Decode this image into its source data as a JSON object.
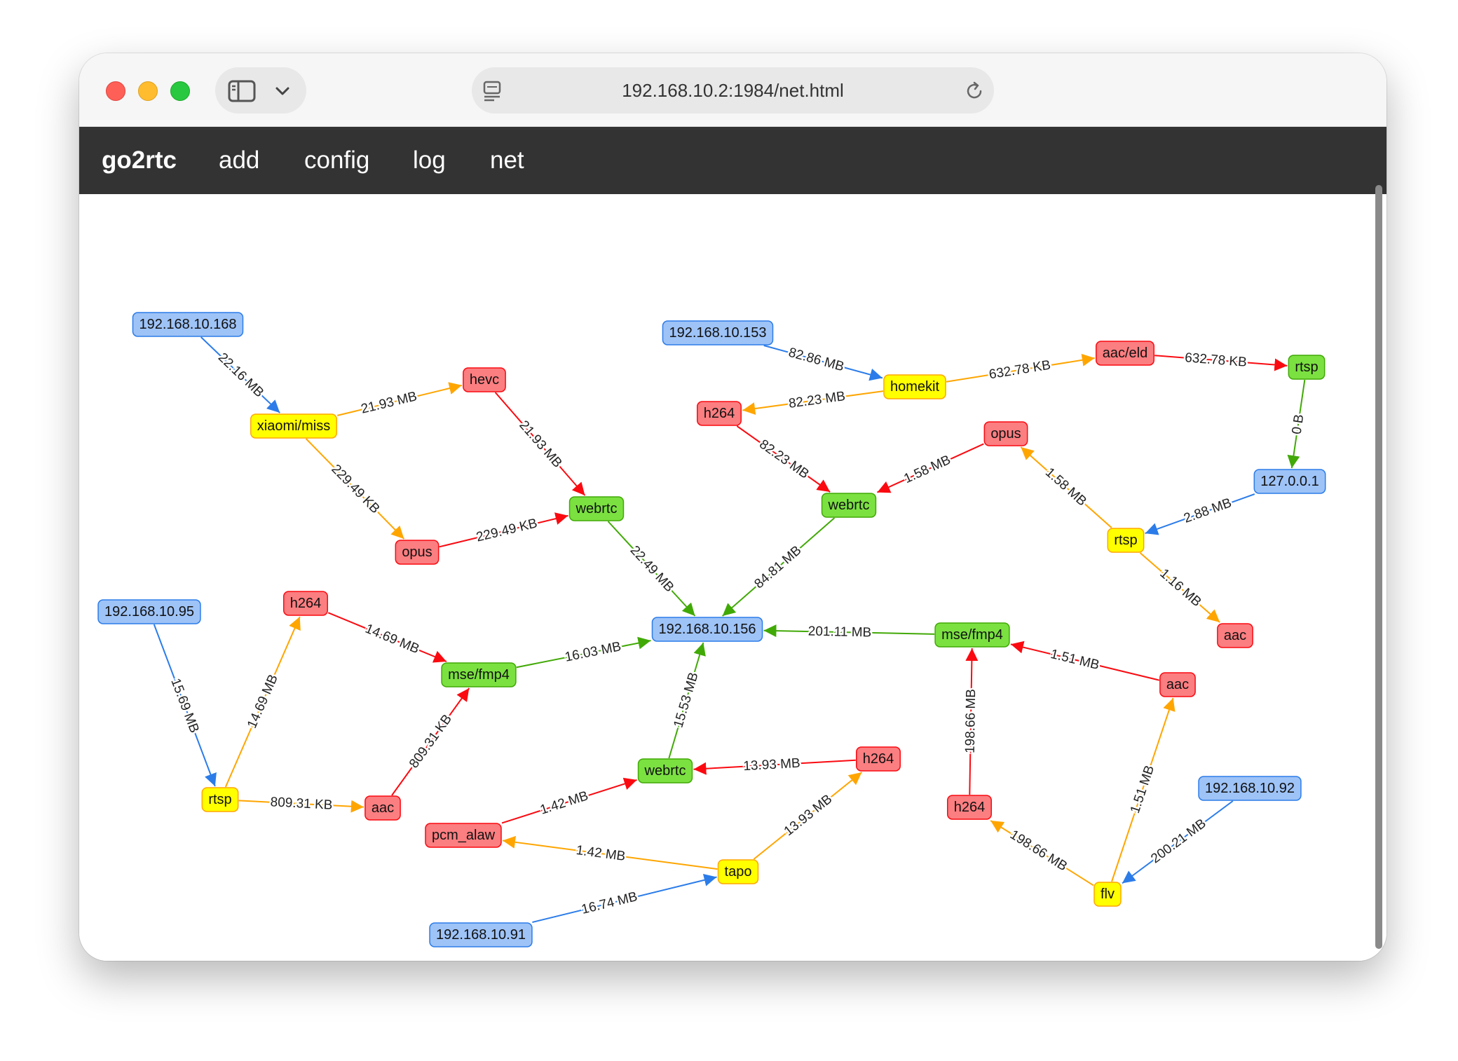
{
  "browser": {
    "url": "192.168.10.2:1984/net.html"
  },
  "navbar": {
    "brand": "go2rtc",
    "items": [
      "add",
      "config",
      "log",
      "net"
    ]
  },
  "colors": {
    "blue_fill": "#9ec3f7",
    "blue_stroke": "#2b7ce9",
    "yellow_fill": "#ffff00",
    "yellow_stroke": "#ffa500",
    "red_fill": "#fb7e81",
    "red_stroke": "#fa0a10",
    "green_fill": "#7be141",
    "green_stroke": "#41a906",
    "edge_blue": "#2b7ce9",
    "edge_orange": "#ffa500",
    "edge_red": "#fa0a10",
    "edge_green": "#41a906"
  },
  "graph": {
    "nodes": [
      {
        "id": "n168",
        "label": "192.168.10.168",
        "group": "blue"
      },
      {
        "id": "xm",
        "label": "xiaomi/miss",
        "group": "yellow"
      },
      {
        "id": "hevc",
        "label": "hevc",
        "group": "red"
      },
      {
        "id": "opus1",
        "label": "opus",
        "group": "red"
      },
      {
        "id": "web1",
        "label": "webrtc",
        "group": "green"
      },
      {
        "id": "n153",
        "label": "192.168.10.153",
        "group": "blue"
      },
      {
        "id": "hk",
        "label": "homekit",
        "group": "yellow"
      },
      {
        "id": "aaceld",
        "label": "aac/eld",
        "group": "red"
      },
      {
        "id": "rtspG",
        "label": "rtsp",
        "group": "green"
      },
      {
        "id": "h264a",
        "label": "h264",
        "group": "red"
      },
      {
        "id": "opus2",
        "label": "opus",
        "group": "red"
      },
      {
        "id": "web2",
        "label": "webrtc",
        "group": "green"
      },
      {
        "id": "lo",
        "label": "127.0.0.1",
        "group": "blue"
      },
      {
        "id": "rtspY1",
        "label": "rtsp",
        "group": "yellow"
      },
      {
        "id": "aac1",
        "label": "aac",
        "group": "red"
      },
      {
        "id": "n156",
        "label": "192.168.10.156",
        "group": "blue"
      },
      {
        "id": "n95",
        "label": "192.168.10.95",
        "group": "blue"
      },
      {
        "id": "h264b",
        "label": "h264",
        "group": "red"
      },
      {
        "id": "mse1",
        "label": "mse/fmp4",
        "group": "green"
      },
      {
        "id": "rtspY2",
        "label": "rtsp",
        "group": "yellow"
      },
      {
        "id": "aac2",
        "label": "aac",
        "group": "red"
      },
      {
        "id": "mse2",
        "label": "mse/fmp4",
        "group": "green"
      },
      {
        "id": "aac3",
        "label": "aac",
        "group": "red"
      },
      {
        "id": "h264c",
        "label": "h264",
        "group": "red"
      },
      {
        "id": "flv",
        "label": "flv",
        "group": "yellow"
      },
      {
        "id": "n92",
        "label": "192.168.10.92",
        "group": "blue"
      },
      {
        "id": "web3",
        "label": "webrtc",
        "group": "green"
      },
      {
        "id": "h264d",
        "label": "h264",
        "group": "red"
      },
      {
        "id": "pcm",
        "label": "pcm_alaw",
        "group": "red"
      },
      {
        "id": "tapo",
        "label": "tapo",
        "group": "yellow"
      },
      {
        "id": "n91",
        "label": "192.168.10.91",
        "group": "blue"
      }
    ],
    "edges": [
      {
        "from": "n168",
        "to": "xm",
        "label": "22.16 MB",
        "color": "blue"
      },
      {
        "from": "xm",
        "to": "hevc",
        "label": "21.93 MB",
        "color": "orange"
      },
      {
        "from": "xm",
        "to": "opus1",
        "label": "229.49 KB",
        "color": "orange"
      },
      {
        "from": "hevc",
        "to": "web1",
        "label": "21.93 MB",
        "color": "red"
      },
      {
        "from": "opus1",
        "to": "web1",
        "label": "229.49 KB",
        "color": "red"
      },
      {
        "from": "web1",
        "to": "n156",
        "label": "22.49 MB",
        "color": "green"
      },
      {
        "from": "n153",
        "to": "hk",
        "label": "82.86 MB",
        "color": "blue"
      },
      {
        "from": "hk",
        "to": "aaceld",
        "label": "632.78 KB",
        "color": "orange"
      },
      {
        "from": "aaceld",
        "to": "rtspG",
        "label": "632.78 KB",
        "color": "red"
      },
      {
        "from": "hk",
        "to": "h264a",
        "label": "82.23 MB",
        "color": "orange"
      },
      {
        "from": "h264a",
        "to": "web2",
        "label": "82.23 MB",
        "color": "red"
      },
      {
        "from": "opus2",
        "to": "web2",
        "label": "1.58 MB",
        "color": "red"
      },
      {
        "from": "web2",
        "to": "n156",
        "label": "84.81 MB",
        "color": "green"
      },
      {
        "from": "rtspG",
        "to": "lo",
        "label": "0 B",
        "color": "green"
      },
      {
        "from": "lo",
        "to": "rtspY1",
        "label": "2.88 MB",
        "color": "blue"
      },
      {
        "from": "rtspY1",
        "to": "opus2",
        "label": "1.58 MB",
        "color": "orange"
      },
      {
        "from": "rtspY1",
        "to": "aac1",
        "label": "1.16 MB",
        "color": "orange"
      },
      {
        "from": "n95",
        "to": "rtspY2",
        "label": "15.69 MB",
        "color": "blue"
      },
      {
        "from": "rtspY2",
        "to": "h264b",
        "label": "14.69 MB",
        "color": "orange"
      },
      {
        "from": "rtspY2",
        "to": "aac2",
        "label": "809.31 KB",
        "color": "orange"
      },
      {
        "from": "h264b",
        "to": "mse1",
        "label": "14.69 MB",
        "color": "red"
      },
      {
        "from": "aac2",
        "to": "mse1",
        "label": "809.31 KB",
        "color": "red"
      },
      {
        "from": "mse1",
        "to": "n156",
        "label": "16.03 MB",
        "color": "green"
      },
      {
        "from": "mse2",
        "to": "n156",
        "label": "201.11 MB",
        "color": "green"
      },
      {
        "from": "aac3",
        "to": "mse2",
        "label": "1.51 MB",
        "color": "red"
      },
      {
        "from": "h264c",
        "to": "mse2",
        "label": "198.66 MB",
        "color": "red"
      },
      {
        "from": "flv",
        "to": "aac3",
        "label": "1.51 MB",
        "color": "orange"
      },
      {
        "from": "flv",
        "to": "h264c",
        "label": "198.66 MB",
        "color": "orange"
      },
      {
        "from": "n92",
        "to": "flv",
        "label": "200.21 MB",
        "color": "blue"
      },
      {
        "from": "web3",
        "to": "n156",
        "label": "15.53 MB",
        "color": "green"
      },
      {
        "from": "h264d",
        "to": "web3",
        "label": "13.93 MB",
        "color": "red"
      },
      {
        "from": "pcm",
        "to": "web3",
        "label": "1.42 MB",
        "color": "red"
      },
      {
        "from": "tapo",
        "to": "h264d",
        "label": "13.93 MB",
        "color": "orange"
      },
      {
        "from": "tapo",
        "to": "pcm",
        "label": "1.42 MB",
        "color": "orange"
      },
      {
        "from": "n91",
        "to": "tapo",
        "label": "16.74 MB",
        "color": "blue"
      }
    ]
  }
}
